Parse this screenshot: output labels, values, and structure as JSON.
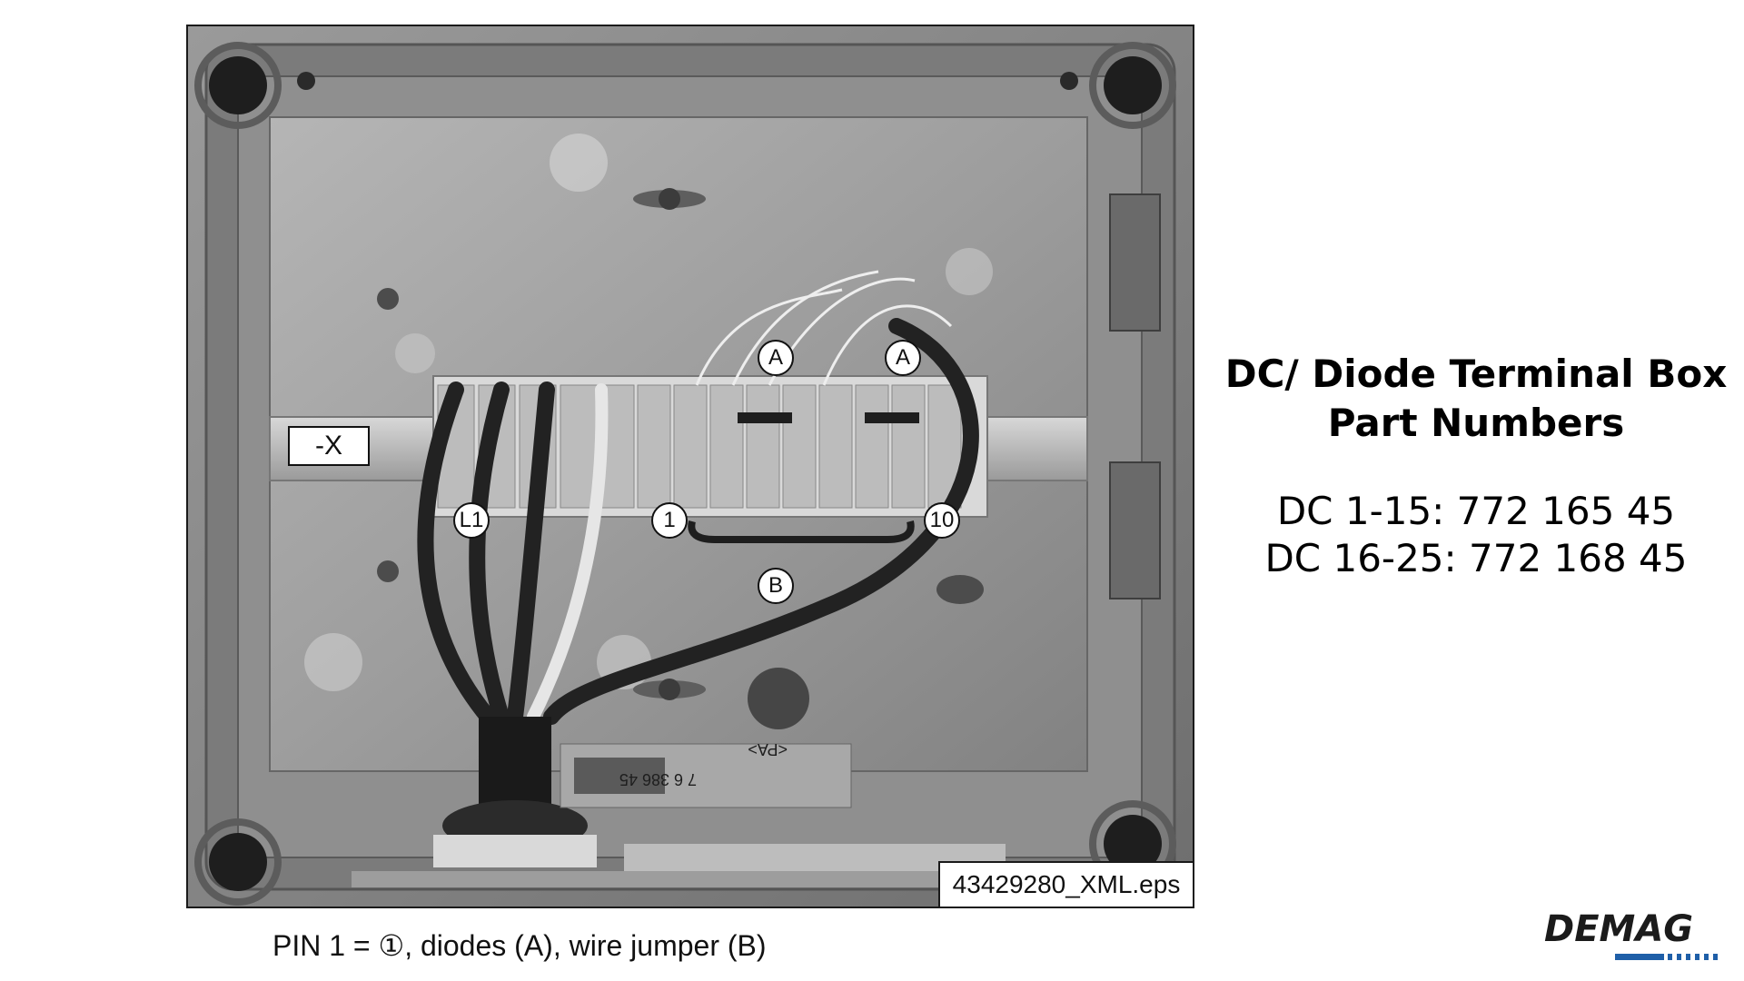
{
  "photo": {
    "file_label": "43429280_XML.eps",
    "rail_label": "-X",
    "callouts": {
      "a1": "A",
      "a2": "A",
      "b": "B",
      "l1": "L1",
      "one": "1",
      "ten": "10"
    },
    "part_stamp": "7 6 386 45",
    "pa_mark": "<PA>"
  },
  "caption": "PIN 1 = ①, diodes (A), wire jumper (B)",
  "title": {
    "line1": "DC/ Diode Terminal Box",
    "line2": "Part Numbers"
  },
  "part_numbers": [
    "DC 1-15: 772 165 45",
    "DC 16-25: 772 168 45"
  ],
  "logo": {
    "text": "DEMAG",
    "accent_color": "#1f5fa8"
  }
}
